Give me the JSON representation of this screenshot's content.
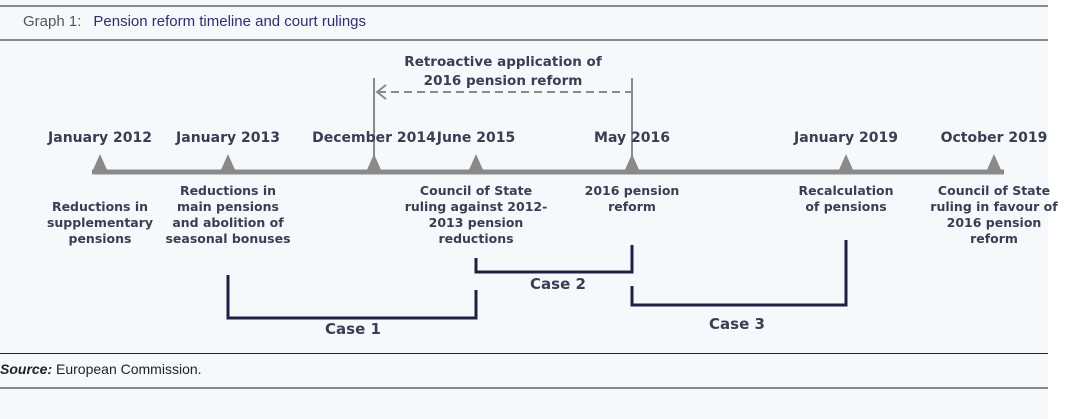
{
  "caption": {
    "label": "Graph 1:",
    "title": "Pension reform timeline and court rulings"
  },
  "retroactive": [
    "Retroactive application of",
    "2016 pension reform"
  ],
  "events": [
    {
      "date": "January 2012",
      "desc": [
        "",
        "Reductions in",
        "supplementary",
        "pensions"
      ]
    },
    {
      "date": "January 2013",
      "desc": [
        "Reductions in",
        "main pensions",
        "and abolition of",
        "seasonal bonuses"
      ]
    },
    {
      "date": "December 2014",
      "desc": []
    },
    {
      "date": "June 2015",
      "desc": [
        "Council of State",
        "ruling against 2012-",
        "2013 pension",
        "reductions"
      ]
    },
    {
      "date": "May 2016",
      "desc": [
        "2016 pension",
        "reform"
      ]
    },
    {
      "date": "January 2019",
      "desc": [
        "Recalculation",
        "of pensions"
      ]
    },
    {
      "date": "October 2019",
      "desc": [
        "Council of State",
        "ruling in favour of",
        "2016 pension",
        "reform"
      ]
    }
  ],
  "cases": [
    "Case 1",
    "Case 2",
    "Case 3"
  ],
  "source": {
    "label": "Source:",
    "text": " European Commission."
  },
  "colors": {
    "axis": "#8a8a8a",
    "bracket": "#1f2044",
    "text": "#3b3d52"
  }
}
